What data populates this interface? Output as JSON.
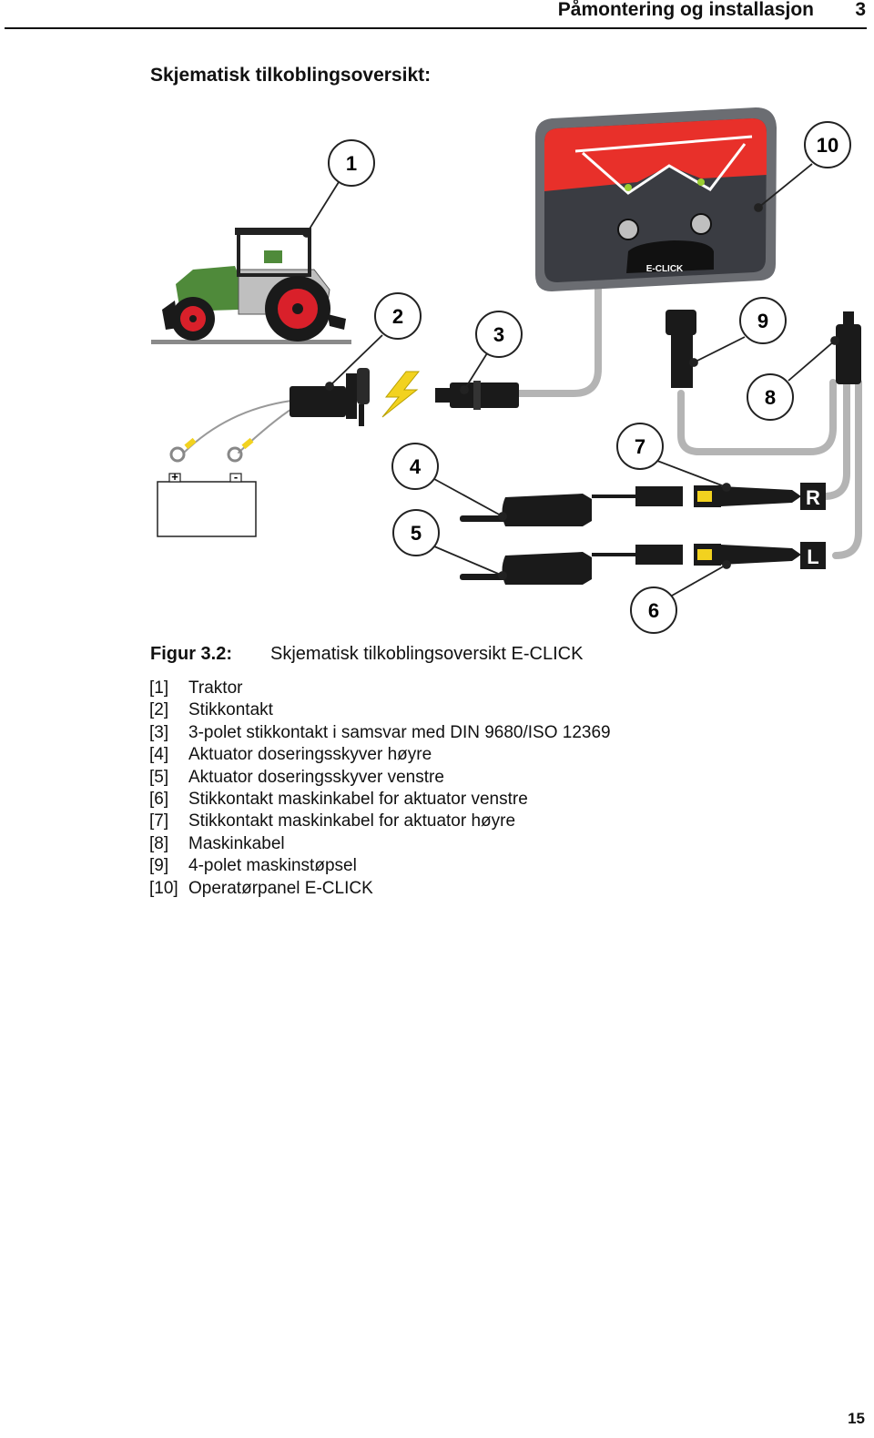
{
  "header": {
    "title": "Påmontering og installasjon",
    "chapter": "3"
  },
  "section_heading": "Skjematisk tilkoblingsoversikt:",
  "figure": {
    "callouts": [
      "1",
      "2",
      "3",
      "4",
      "5",
      "6",
      "7",
      "8",
      "9",
      "10"
    ],
    "panel_logo": "E-CLICK",
    "side_labels": {
      "right": "R",
      "left": "L"
    },
    "battery_terminals": {
      "plus": "+",
      "minus": "-"
    },
    "colors": {
      "panel_red": "#e8302a",
      "panel_body": "#3a3c42",
      "tractor_green": "#4f8a3a",
      "wheel_red": "#d9202a",
      "cable_grey": "#b4b4b4",
      "connector_yellow": "#f2d21f"
    }
  },
  "caption": {
    "label": "Figur 3.2:",
    "text": "Skjematisk tilkoblingsoversikt E-CLICK"
  },
  "legend": [
    {
      "num": "[1]",
      "text": "Traktor"
    },
    {
      "num": "[2]",
      "text": "Stikkontakt"
    },
    {
      "num": "[3]",
      "text": "3-polet stikkontakt i samsvar med DIN 9680/ISO 12369"
    },
    {
      "num": "[4]",
      "text": "Aktuator doseringsskyver høyre"
    },
    {
      "num": "[5]",
      "text": "Aktuator doseringsskyver venstre"
    },
    {
      "num": "[6]",
      "text": "Stikkontakt maskinkabel for aktuator venstre"
    },
    {
      "num": "[7]",
      "text": "Stikkontakt maskinkabel for aktuator høyre"
    },
    {
      "num": "[8]",
      "text": "Maskinkabel"
    },
    {
      "num": "[9]",
      "text": "4-polet maskinstøpsel"
    },
    {
      "num": "[10]",
      "text": "Operatørpanel E-CLICK"
    }
  ],
  "page_number": "15"
}
